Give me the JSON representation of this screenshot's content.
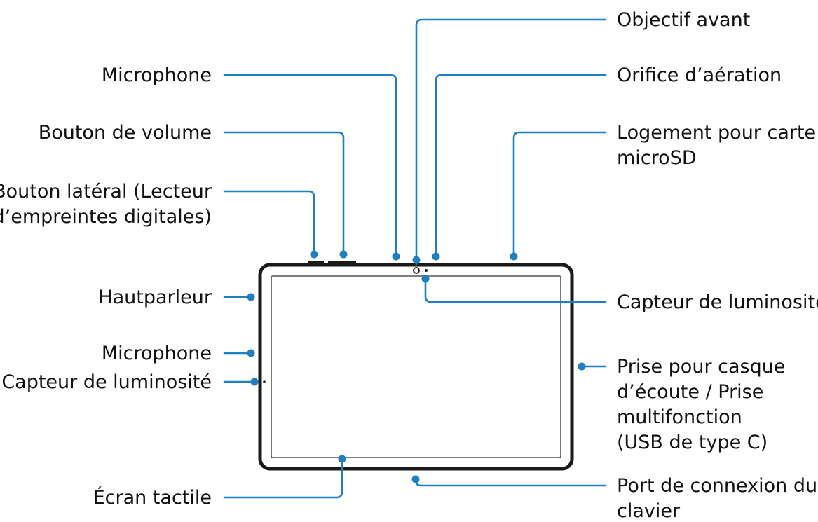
{
  "colors": {
    "leader": "#1f7fbf",
    "device_outline": "#1a1a1a",
    "text": "#111111",
    "background": "#ffffff"
  },
  "labels": {
    "front_camera": "Objectif avant",
    "microphone_top": "Microphone",
    "vent": "Orifice d’aération",
    "volume_button": "Bouton de volume",
    "microsd_line1": "Logement pour carte",
    "microsd_line2": "microSD",
    "side_button_line1": "Bouton latéral (Lecteur",
    "side_button_line2": "d’empreintes digitales)",
    "speaker": "Hautparleur",
    "light_sensor_right": "Capteur de luminosité",
    "microphone_left": "Microphone",
    "light_sensor_left": "Capteur de luminosité",
    "jack_line1": "Prise pour casque",
    "jack_line2": "d’écoute / Prise",
    "jack_line3": "multifonction",
    "jack_line4": "(USB de type C)",
    "touchscreen": "Écran tactile",
    "keyboard_line1": "Port de connexion du",
    "keyboard_line2": "clavier"
  }
}
